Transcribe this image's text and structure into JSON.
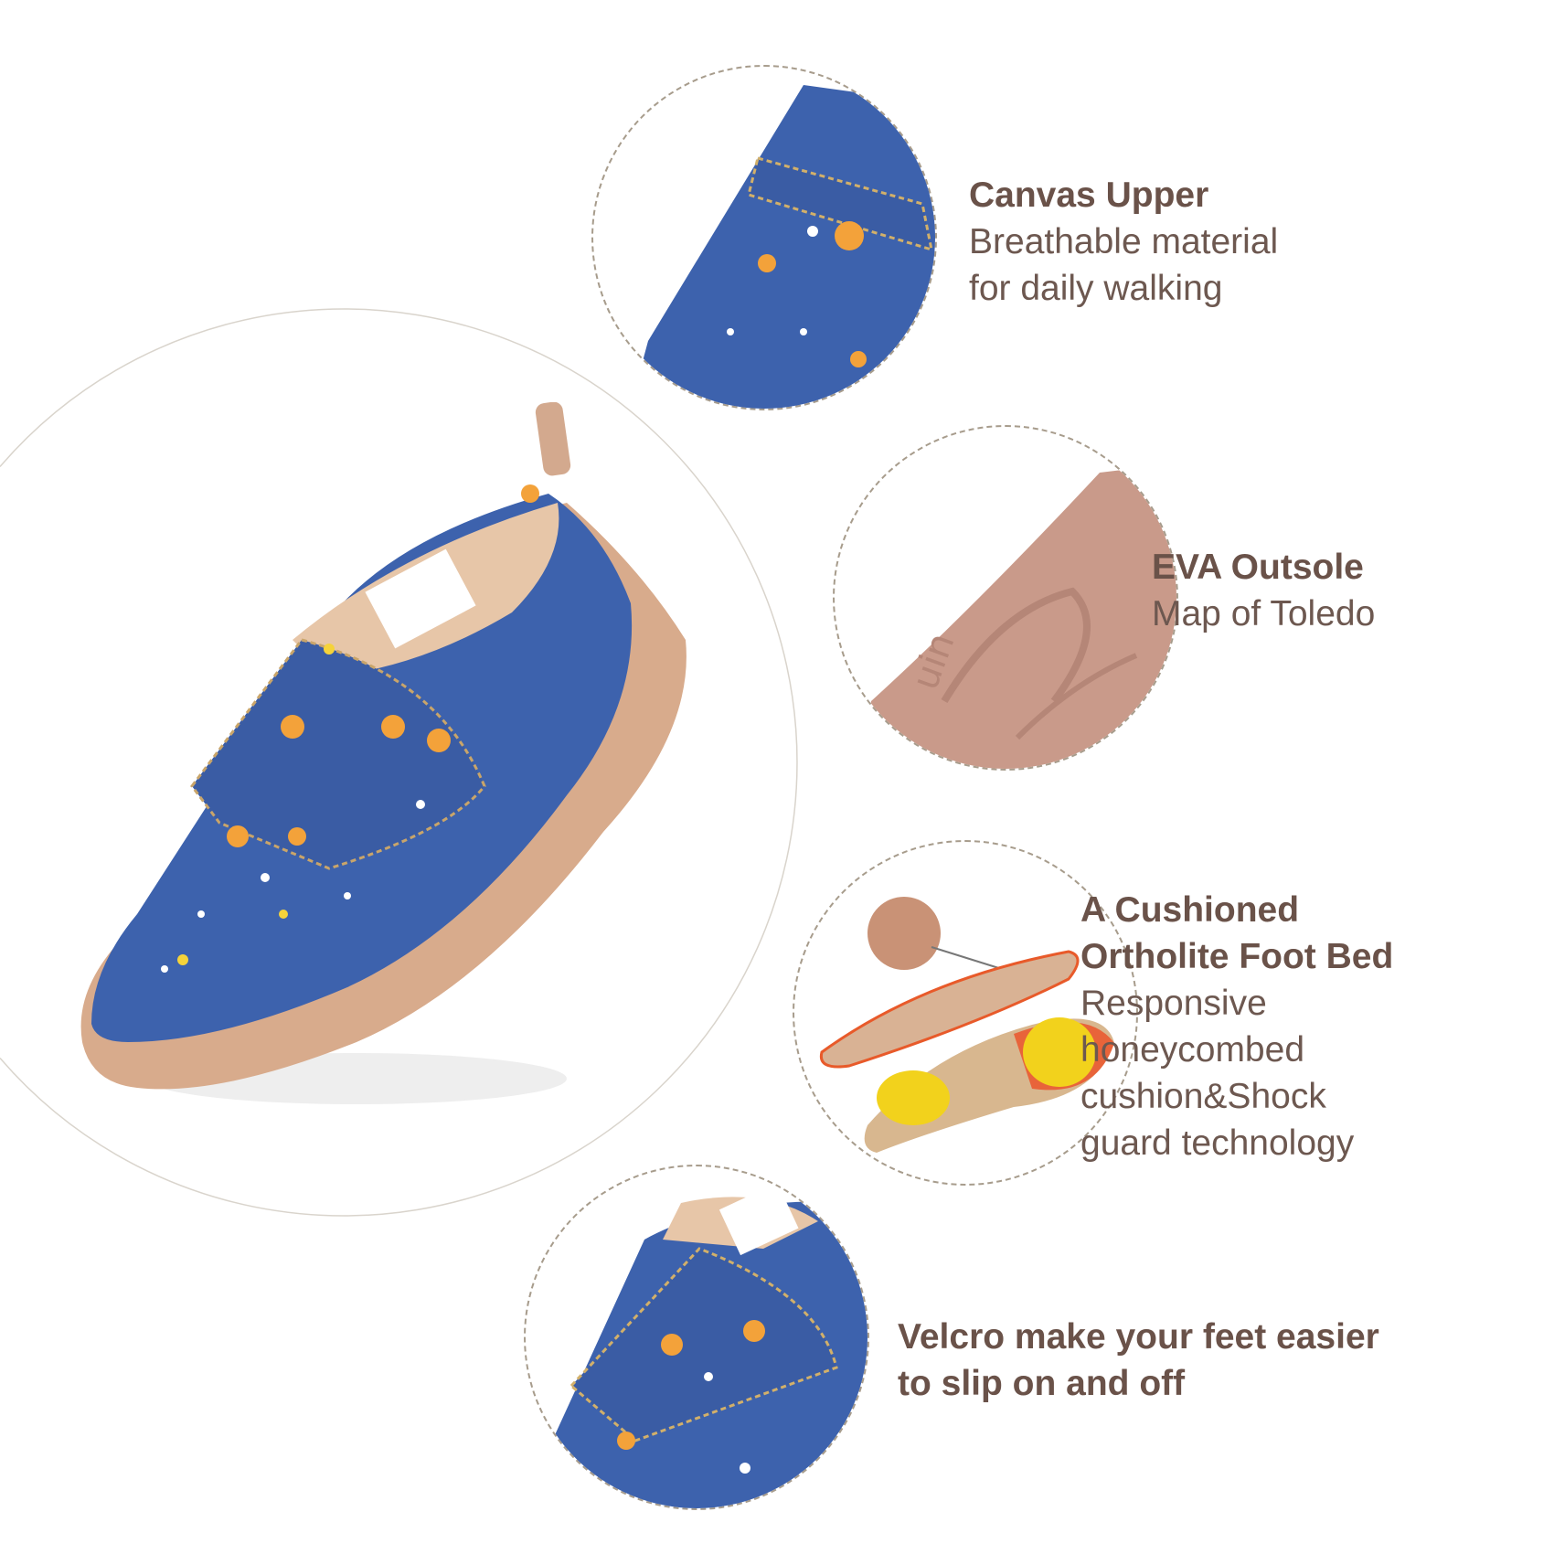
{
  "features": [
    {
      "title": "Canvas Upper",
      "lines": [
        "Breathable material",
        "for daily walking"
      ]
    },
    {
      "title": "EVA Outsole",
      "lines": [
        "Map of Toledo"
      ]
    },
    {
      "title_lines": [
        "A Cushioned",
        "Ortholite Foot Bed"
      ],
      "lines": [
        "Responsive",
        "honeycombed",
        "cushion&Shock",
        "guard technology"
      ]
    },
    {
      "title_lines": [
        "Velcro make your feet easier",
        "to slip on and off"
      ]
    }
  ],
  "colors": {
    "text": "#6a5249",
    "canvas": "#3d62ad",
    "sole": "#d8ab8c",
    "outsole": "#c99a8a",
    "insole_red": "#e8643a",
    "pad_yellow": "#f2d21c"
  },
  "label_text": "uin"
}
